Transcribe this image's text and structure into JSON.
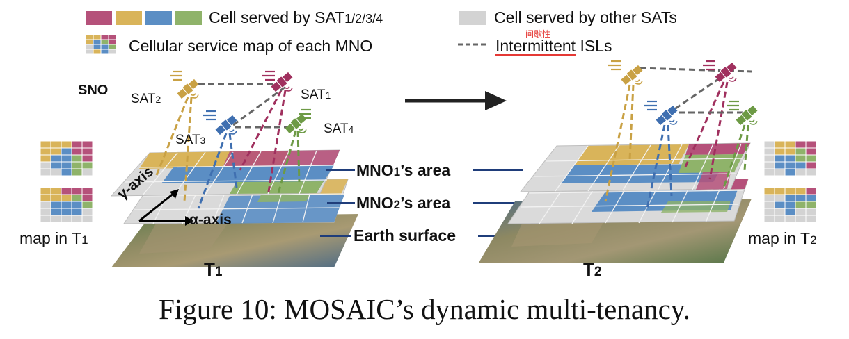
{
  "legend": {
    "cell_served_prefix": "Cell served by SAT",
    "cell_served_sub": "1/2/3/4",
    "other_sats": "Cell served by other SATs",
    "service_map": "Cellular service map of each MNO",
    "isl_word": "Intermittent",
    "isl_suffix": "ISLs",
    "annotation": "间歇性"
  },
  "colors": {
    "sat1": "#b5517a",
    "sat2": "#d9b45a",
    "sat3": "#5b8ec4",
    "sat4": "#8fb36a",
    "other": "#d3d3d3"
  },
  "left": {
    "sno": "SNO",
    "sat2": {
      "base": "SAT",
      "sub": "2"
    },
    "sat1": {
      "base": "SAT",
      "sub": "1"
    },
    "sat3": {
      "base": "SAT",
      "sub": "3"
    },
    "sat4": {
      "base": "SAT",
      "sub": "4"
    },
    "y_axis": "γ-axis",
    "a_axis": "α-axis",
    "map_label": "map in T",
    "map_sub": "1",
    "time": "T",
    "time_sub": "1"
  },
  "center": {
    "mno1": "MNO",
    "mno1_sub": "1",
    "mno1_suffix": "’s area",
    "mno2": "MNO",
    "mno2_sub": "2",
    "mno2_suffix": "’s area",
    "earth": "Earth surface"
  },
  "right": {
    "map_label": "map in T",
    "map_sub": "2",
    "time": "T",
    "time_sub": "2"
  },
  "caption": "Figure 10: MOSAIC’s dynamic multi-tenancy."
}
